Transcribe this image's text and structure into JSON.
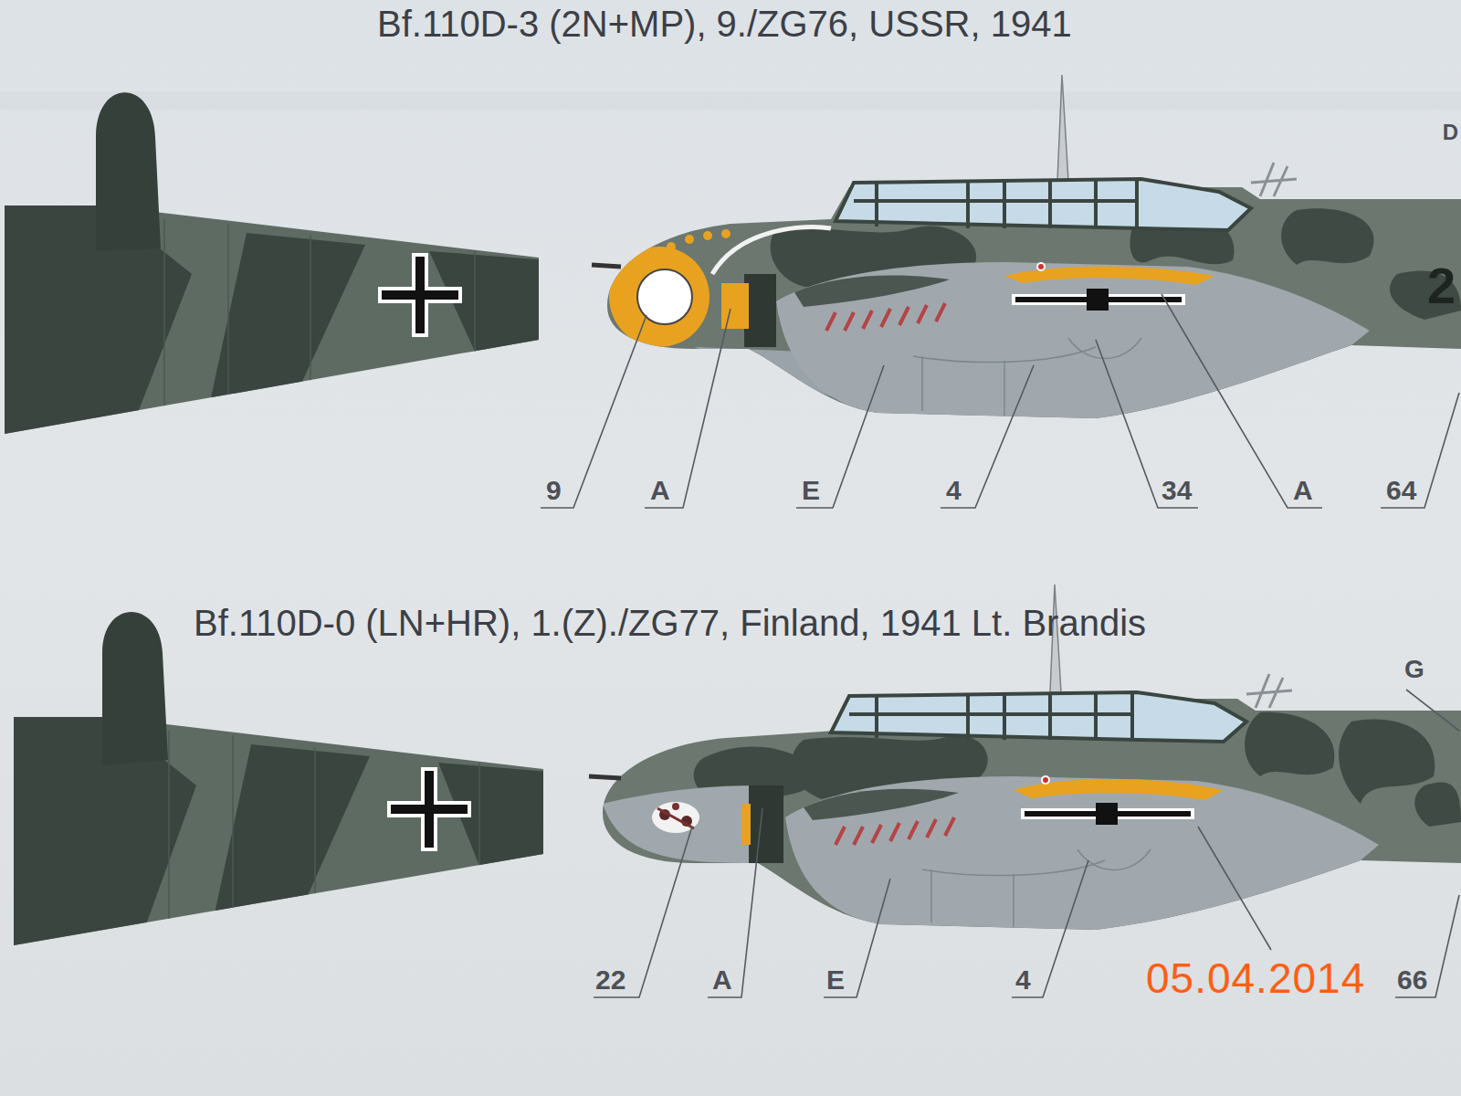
{
  "diagram": {
    "labels": [
      "Bf.110D-3 (2N+MP), 9./ZG76, USSR, 1941",
      "D",
      "2",
      "9",
      "A",
      "E",
      "4",
      "34",
      "A",
      "64",
      "Bf.110D-0 (LN+HR), 1.(Z)./ZG77, Finland, 1941 Lt. Brandis",
      "G",
      "22",
      "A",
      "E",
      "4",
      "66",
      "05.04.2014"
    ]
  }
}
